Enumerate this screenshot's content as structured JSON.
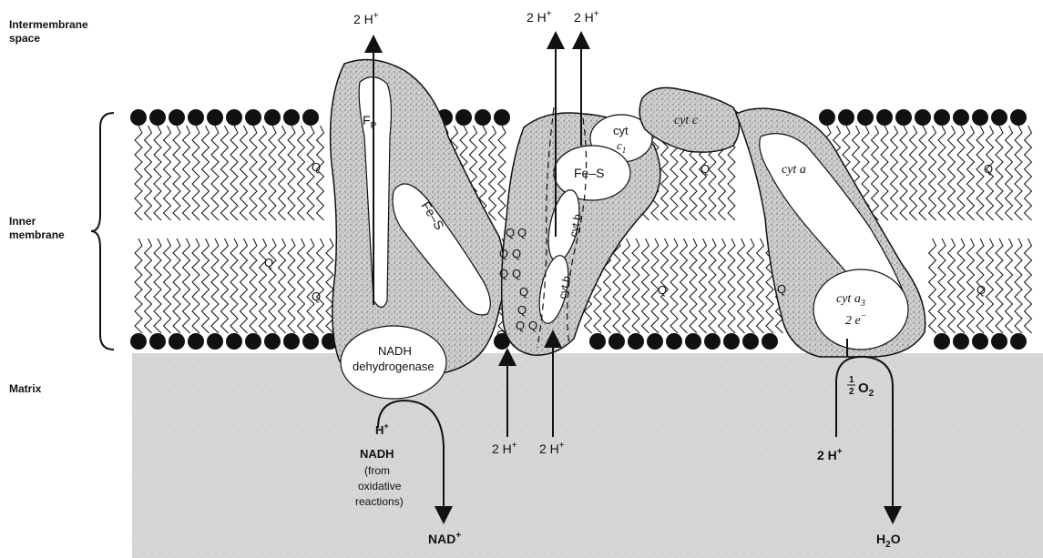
{
  "regions": {
    "intermembrane_space": "Intermembrane\nspace",
    "inner_membrane": "Inner\nmembrane",
    "matrix": "Matrix"
  },
  "complex_i": {
    "fp": "F",
    "fp_sub": "P",
    "fe_s": "Fe–S",
    "nadh_dehydrogenase_line1": "NADH",
    "nadh_dehydrogenase_line2": "dehydrogenase",
    "proton_out": "2 H",
    "proton_in": "H",
    "nadh": "NADH",
    "nadh_source_line1": "(from",
    "nadh_source_line2": "oxidative",
    "nadh_source_line3": "reactions)",
    "nad_plus": "NAD",
    "plus": "+"
  },
  "complex_iii": {
    "proton_out_1": "2 H",
    "proton_out_2": "2 H",
    "proton_in_1": "2 H",
    "proton_in_2": "2 H",
    "cyt_c1": "cyt",
    "cyt_c1_sub": "c",
    "cyt_c1_index": "1",
    "fe_s": "Fe–S",
    "cyt_b_upper": "cyt b",
    "cyt_b_lower": "cyt b",
    "plus": "+"
  },
  "cytochrome_c": {
    "label": "cyt c"
  },
  "complex_iv": {
    "cyt_a": "cyt a",
    "cyt_a3": "cyt a",
    "cyt_a3_sub": "3",
    "electrons": "2 e",
    "electrons_sup": "−",
    "half": "1",
    "half_den": "2",
    "oxygen": "O",
    "oxygen_sub": "2",
    "proton_in": "2 H",
    "water": "H",
    "water_sub": "2",
    "water_o": "O",
    "plus": "+"
  },
  "ubiquinone": {
    "label": "Q"
  },
  "colors": {
    "membrane_head": "#111111",
    "protein_fill": "#c9c9c9",
    "matrix_fill": "#d4d4d4",
    "line": "#111111"
  }
}
